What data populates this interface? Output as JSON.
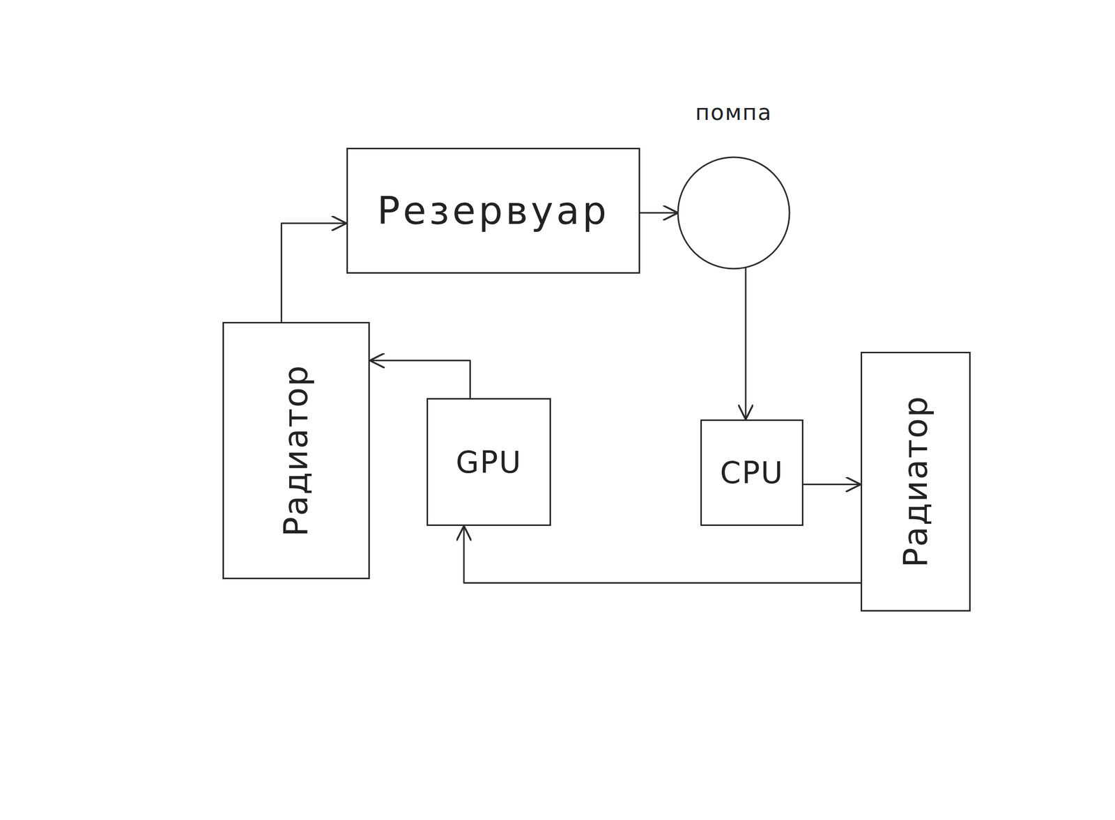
{
  "diagram": {
    "nodes": [
      {
        "text": [
          "Резервуар"
        ]
      },
      {
        "text": [
          "помпа"
        ]
      },
      {
        "text": [
          "Радиатор"
        ]
      },
      {
        "text": [
          "GPU"
        ]
      },
      {
        "text": [
          "CPU"
        ]
      },
      {
        "text": [
          "Радиатор"
        ]
      }
    ],
    "edges": [
      {
        "from": 2,
        "to": 0,
        "arrow": "to"
      },
      {
        "from": 0,
        "to": 1,
        "arrow": "to"
      },
      {
        "from": 1,
        "to": 4,
        "arrow": "to"
      },
      {
        "from": 4,
        "to": 5,
        "arrow": "to"
      },
      {
        "from": 5,
        "to": 3,
        "arrow": "to"
      },
      {
        "from": 3,
        "to": 2,
        "arrow": "to"
      }
    ]
  }
}
